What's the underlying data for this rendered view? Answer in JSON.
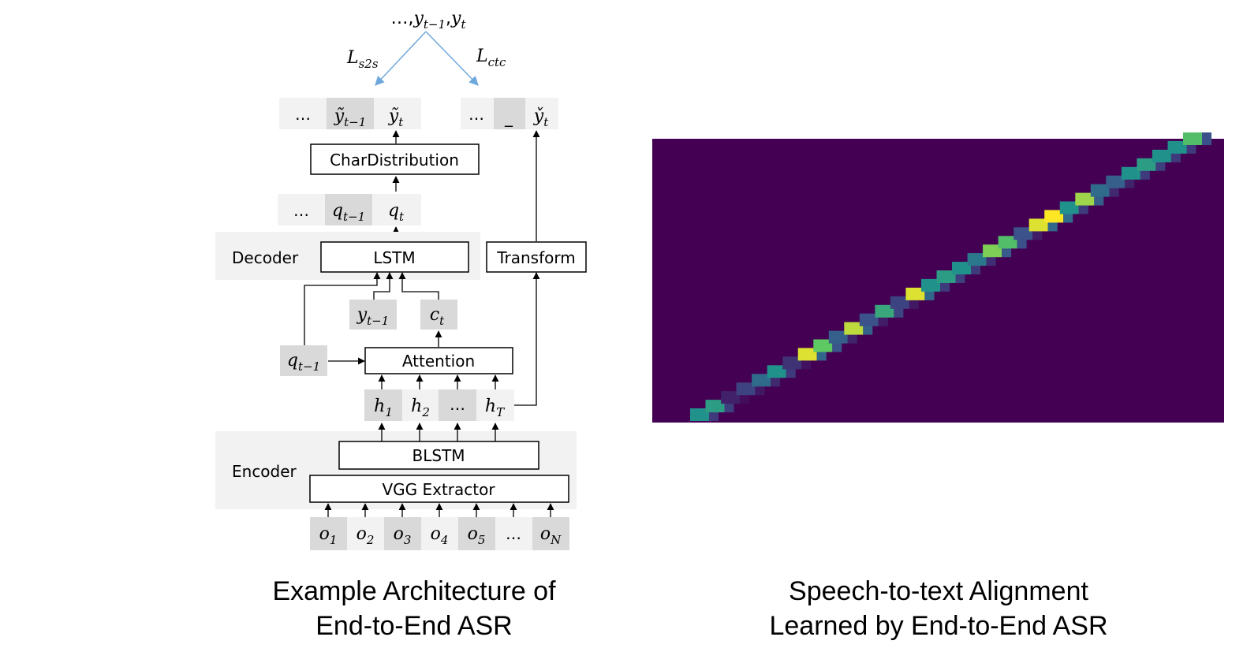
{
  "diagram": {
    "output": {
      "dots": "…",
      "comma": ",",
      "y": "y",
      "sub_prev": "t−1",
      "sub_t": "t"
    },
    "loss_s2s": {
      "L": "L",
      "sub": "s2s"
    },
    "loss_ctc": {
      "L": "L",
      "sub": "ctc"
    },
    "s2s_seq": {
      "dots": "…",
      "y": "ỹ",
      "sub_prev": "t−1",
      "sub_t": "t"
    },
    "ctc_seq": {
      "dots": "…",
      "blank": "_",
      "y": "y̌",
      "sub_t": "t"
    },
    "char_distribution": "CharDistribution",
    "q_seq": {
      "dots": "…",
      "q": "q",
      "sub_prev": "t−1",
      "sub_t": "t"
    },
    "decoder_label": "Decoder",
    "lstm": "LSTM",
    "transform": "Transform",
    "y_prev": {
      "y": "y",
      "sub": "t−1"
    },
    "c_t": {
      "c": "c",
      "sub": "t"
    },
    "q_prev": {
      "q": "q",
      "sub": "t−1"
    },
    "attention": "Attention",
    "h_seq": {
      "h": "h",
      "sub_1": "1",
      "sub_2": "2",
      "dots": "…",
      "sub_T": "T"
    },
    "encoder_label": "Encoder",
    "blstm": "BLSTM",
    "vgg": "VGG Extractor",
    "o_seq": {
      "o": "o",
      "subs": [
        "1",
        "2",
        "3",
        "4",
        "5"
      ],
      "dots": "…",
      "sub_N": "N"
    }
  },
  "captions": {
    "left": [
      "Example Architecture of",
      "End-to-End ASR"
    ],
    "right": [
      "Speech-to-text Alignment",
      "Learned by End-to-End ASR"
    ]
  },
  "heatmap": {
    "background_color": "#440154",
    "colormap": "viridis",
    "cells": [
      [
        0,
        0.5
      ],
      [
        1,
        0.55
      ],
      [
        2,
        0.1
      ],
      [
        3,
        0.2
      ],
      [
        4,
        0.35
      ],
      [
        5,
        0.5
      ],
      [
        6,
        0.15
      ],
      [
        7,
        0.95
      ],
      [
        8,
        0.75
      ],
      [
        9,
        0.3
      ],
      [
        10,
        0.9
      ],
      [
        11,
        0.25
      ],
      [
        12,
        0.6
      ],
      [
        13,
        0.2
      ],
      [
        14,
        0.95
      ],
      [
        15,
        0.5
      ],
      [
        16,
        0.55
      ],
      [
        17,
        0.5
      ],
      [
        18,
        0.4
      ],
      [
        19,
        0.8
      ],
      [
        20,
        0.7
      ],
      [
        21,
        0.25
      ],
      [
        22,
        0.95
      ],
      [
        23,
        1.0
      ],
      [
        24,
        0.5
      ],
      [
        25,
        0.85
      ],
      [
        26,
        0.35
      ],
      [
        27,
        0.3
      ],
      [
        28,
        0.5
      ],
      [
        29,
        0.55
      ],
      [
        30,
        0.5
      ],
      [
        31,
        0.5
      ],
      [
        32,
        0.7
      ]
    ]
  }
}
